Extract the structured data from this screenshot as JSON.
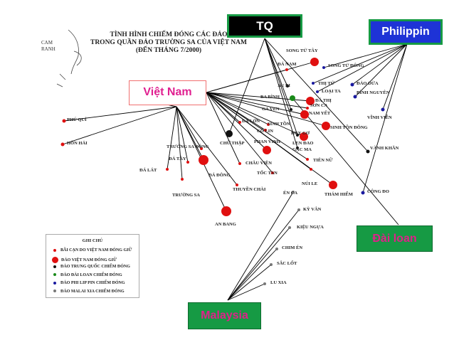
{
  "title": {
    "line1": "TÌNH HÌNH CHIẾM ĐÓNG CÁC ĐẢO",
    "line2": "TRONG QUẦN ĐẢO TRƯỜNG SA CỦA VIỆT NAM",
    "line3": "(ĐẾN THÁNG 7/2000)"
  },
  "cam_ranh": {
    "line1": "CAM",
    "line2": "RANH"
  },
  "boxes": {
    "tq": "TQ",
    "philippin": "Philippin",
    "vietnam": "Việt Nam",
    "dailoan": "Đài loan",
    "malaysia": "Malaysia"
  },
  "colors": {
    "vn": "#e01010",
    "cn": "#111111",
    "tw": "#1a8a1a",
    "ph": "#1a1aa0",
    "my": "#777777",
    "box_green": "#169a44",
    "box_blue": "#1e33d6",
    "box_black": "#000000",
    "box_pink_border": "#f07070",
    "text_pink": "#e02090"
  },
  "features": [
    {
      "id": "phu-qui",
      "label": "PHÚ QUÍ",
      "owner": "vn"
    },
    {
      "id": "hon-hai",
      "label": "HÒN HẢI",
      "owner": "vn"
    },
    {
      "id": "song-tu-tay",
      "label": "SONG TỬ TÂY",
      "owner": "vn"
    },
    {
      "id": "song-tu-dong",
      "label": "SONG TỬ ĐÔNG",
      "owner": "ph"
    },
    {
      "id": "da-nam",
      "label": "ĐÁ NAM",
      "owner": "vn"
    },
    {
      "id": "thi-tu",
      "label": "THỊ TỨ",
      "owner": "ph"
    },
    {
      "id": "dao-dua",
      "label": "ĐẢO DỪA",
      "owner": "ph"
    },
    {
      "id": "xu-bi",
      "label": "XU BI",
      "owner": "cn"
    },
    {
      "id": "loai-ta",
      "label": "LOẠI TA",
      "owner": "ph"
    },
    {
      "id": "binh-nguyen",
      "label": "BÌNH NGUYÊN",
      "owner": "ph"
    },
    {
      "id": "ba-binh",
      "label": "BA BÌNH",
      "owner": "tw"
    },
    {
      "id": "da-thi",
      "label": "ĐÁ THỊ",
      "owner": "vn"
    },
    {
      "id": "ga-ven",
      "label": "GA VEN",
      "owner": "cn"
    },
    {
      "id": "son-ca",
      "label": "SƠN CA",
      "owner": "vn"
    },
    {
      "id": "nam-yet",
      "label": "NAM YẾT",
      "owner": "vn"
    },
    {
      "id": "vinh-vien",
      "label": "VĨNH VIỄN",
      "owner": "ph"
    },
    {
      "id": "da-lon",
      "label": "ĐÁ LỚN",
      "owner": "vn"
    },
    {
      "id": "sinh-ton",
      "label": "SINH TỒN",
      "owner": "vn"
    },
    {
      "id": "co-lin",
      "label": "CÔ LIN",
      "owner": "vn"
    },
    {
      "id": "huy-gơ",
      "label": "HUY GƠ",
      "owner": "cn"
    },
    {
      "id": "sinh-ton-dong",
      "label": "SINH TỒN ĐÔNG",
      "owner": "vn"
    },
    {
      "id": "len-dao",
      "label": "LEN ĐAO",
      "owner": "vn"
    },
    {
      "id": "truong-sa-dong",
      "label": "TRƯỜNG SA ĐÔNG",
      "owner": "vn"
    },
    {
      "id": "chu-thap",
      "label": "CHỮ THẬP",
      "owner": "cn"
    },
    {
      "id": "phan-vinh",
      "label": "PHAN VINH",
      "owner": "vn"
    },
    {
      "id": "gac-ma",
      "label": "GẠC MA",
      "owner": "cn"
    },
    {
      "id": "vanh-khan",
      "label": "VÀNH KHĂN",
      "owner": "cn"
    },
    {
      "id": "da-tay",
      "label": "ĐÁ TÂY",
      "owner": "vn"
    },
    {
      "id": "tien-lu",
      "label": "TIÊN NỮ",
      "owner": "vn"
    },
    {
      "id": "chau-vien",
      "label": "CHÂU VIÊN",
      "owner": "vn"
    },
    {
      "id": "da-lat",
      "label": "ĐÁ LÁT",
      "owner": "vn"
    },
    {
      "id": "da-dong",
      "label": "ĐÁ ĐÔNG",
      "owner": "vn"
    },
    {
      "id": "toc-tan",
      "label": "TỐC TAN",
      "owner": "vn"
    },
    {
      "id": "nui-le",
      "label": "NÚI LE",
      "owner": "vn"
    },
    {
      "id": "cong-do",
      "label": "CÔNG ĐO",
      "owner": "ph"
    },
    {
      "id": "truong-sa",
      "label": "TRƯỜNG SA",
      "owner": "vn"
    },
    {
      "id": "thuyen-chai",
      "label": "THUYỀN CHÀI",
      "owner": "vn"
    },
    {
      "id": "en-ca",
      "label": "ÉN CA",
      "owner": "my"
    },
    {
      "id": "tham-hiem",
      "label": "THÁM HIỂM",
      "owner": "vn"
    },
    {
      "id": "ky-van",
      "label": "KỲ VÂN",
      "owner": "my"
    },
    {
      "id": "an-bang",
      "label": "AN BANG",
      "owner": "vn"
    },
    {
      "id": "kieu-ngua",
      "label": "KIỆU NGỰA",
      "owner": "my"
    },
    {
      "id": "chim-en",
      "label": "CHIM ÉN",
      "owner": "my"
    },
    {
      "id": "sac-lot",
      "label": "SẮC LỐT",
      "owner": "my"
    },
    {
      "id": "lu-xia",
      "label": "LU XIA",
      "owner": "my"
    }
  ],
  "legend": {
    "title": "GHI CHÚ",
    "items": [
      {
        "label": "BÃI CẠN DO VIỆT NAM ĐÓNG GIỮ",
        "owner": "vn",
        "kind": "small"
      },
      {
        "label": "ĐẢO VIỆT NAM ĐÓNG GIỮ",
        "owner": "vn",
        "kind": "large"
      },
      {
        "label": "ĐẢO TRUNG QUỐC CHIẾM ĐÓNG",
        "owner": "cn",
        "kind": "small"
      },
      {
        "label": "ĐẢO ĐÀI LOAN CHIẾM ĐÓNG",
        "owner": "tw",
        "kind": "small"
      },
      {
        "label": "ĐẢO PHI LIP PIN CHIẾM ĐÓNG",
        "owner": "ph",
        "kind": "small"
      },
      {
        "label": "ĐẢO MALAI XIA CHIẾM ĐÓNG",
        "owner": "my",
        "kind": "small"
      }
    ]
  }
}
